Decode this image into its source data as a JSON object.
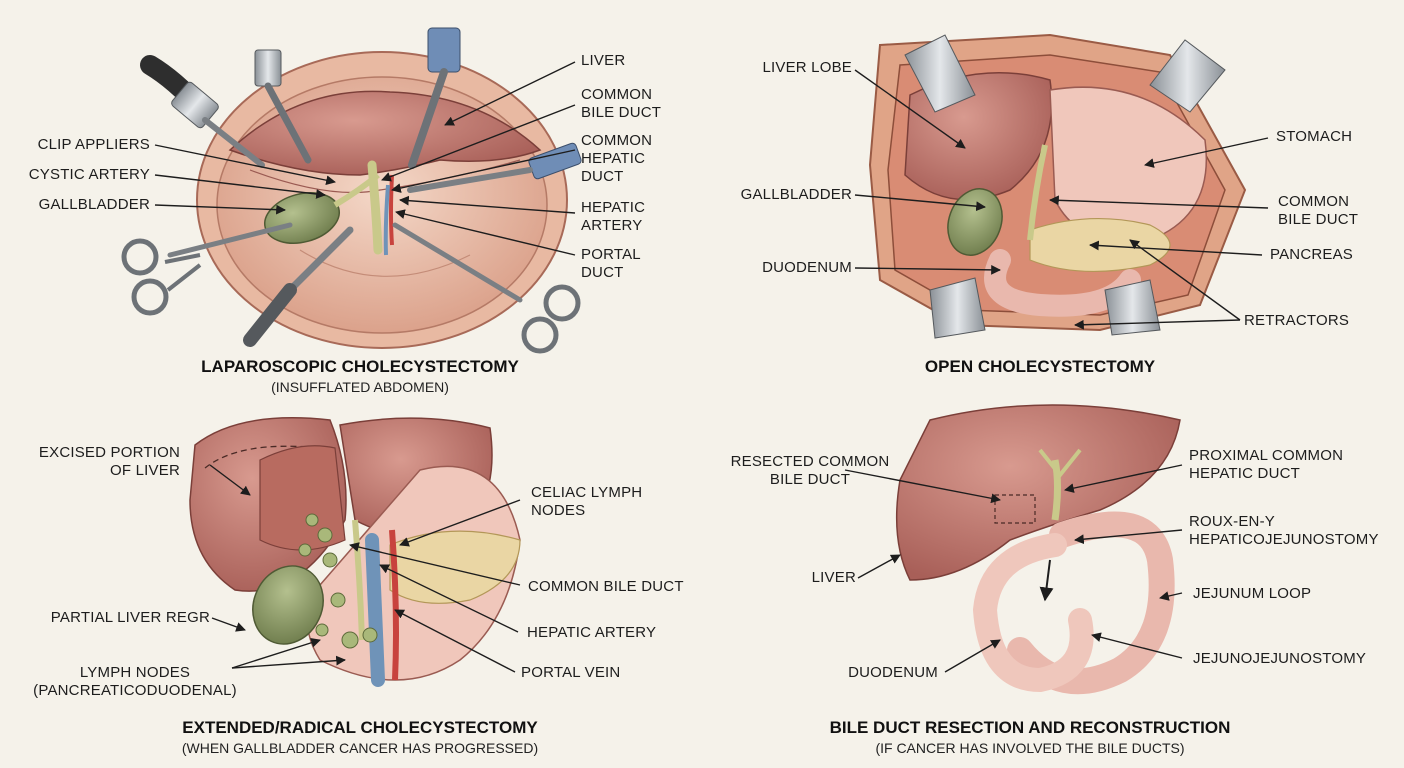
{
  "colors": {
    "background": "#f5f2ea",
    "liver": "#c27b73",
    "gallbladder": "#8f9e6b",
    "duct": "#c9c98a",
    "artery": "#c8433e",
    "vein": "#6f93b8",
    "intestine": "#e9b8ad",
    "pancreas": "#ead6a4",
    "tissue": "#e8b9a2",
    "instrument": "#b7bcc0",
    "line": "#1d1d1d"
  },
  "panels": {
    "laparoscopic": {
      "title": "LAPAROSCOPIC CHOLECYSTECTOMY",
      "subtitle": "(INSUFFLATED ABDOMEN)",
      "labels": {
        "clip_appliers": "CLIP APPLIERS",
        "cystic_artery": "CYSTIC ARTERY",
        "gallbladder": "GALLBLADDER",
        "liver": "LIVER",
        "common_bile_duct_1": "COMMON",
        "common_bile_duct_2": "BILE DUCT",
        "common_hepatic_duct_1": "COMMON",
        "common_hepatic_duct_2": "HEPATIC",
        "common_hepatic_duct_3": "DUCT",
        "hepatic_artery_1": "HEPATIC",
        "hepatic_artery_2": "ARTERY",
        "portal_duct_1": "PORTAL",
        "portal_duct_2": "DUCT"
      }
    },
    "open": {
      "title": "OPEN CHOLECYSTECTOMY",
      "labels": {
        "liver_lobe": "LIVER LOBE",
        "gallbladder": "GALLBLADDER",
        "duodenum": "DUODENUM",
        "stomach": "STOMACH",
        "common_bile_duct_1": "COMMON",
        "common_bile_duct_2": "BILE DUCT",
        "pancreas": "PANCREAS",
        "retractors": "RETRACTORS"
      }
    },
    "extended": {
      "title": "EXTENDED/RADICAL CHOLECYSTECTOMY",
      "subtitle": "(WHEN GALLBLADDER CANCER HAS PROGRESSED)",
      "labels": {
        "excised_portion_1": "EXCISED PORTION",
        "excised_portion_2": "OF LIVER",
        "partial_liver": "PARTIAL LIVER REGR",
        "lymph_nodes_1": "LYMPH NODES",
        "lymph_nodes_2": "(PANCREATICODUODENAL)",
        "celiac_1": "CELIAC LYMPH",
        "celiac_2": "NODES",
        "common_bile_duct": "COMMON BILE DUCT",
        "hepatic_artery": "HEPATIC ARTERY",
        "portal_vein": "PORTAL VEIN"
      }
    },
    "resection": {
      "title": "BILE DUCT RESECTION AND RECONSTRUCTION",
      "subtitle": "(IF CANCER HAS INVOLVED THE BILE DUCTS)",
      "labels": {
        "resected_1": "RESECTED COMMON",
        "resected_2": "BILE DUCT",
        "liver": "LIVER",
        "duodenum": "DUODENUM",
        "proximal_1": "PROXIMAL COMMON",
        "proximal_2": "HEPATIC DUCT",
        "roux_1": "ROUX-EN-Y",
        "roux_2": "HEPATICOJEJUNOSTOMY",
        "jejunum_loop": "JEJUNUM LOOP",
        "jejunojejunostomy": "JEJUNOJEJUNOSTOMY"
      }
    }
  }
}
